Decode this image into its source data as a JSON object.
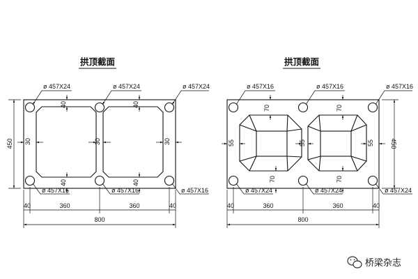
{
  "left": {
    "title": "拱顶截面",
    "top_pipe_labels": [
      "ø 457X24",
      "ø 457X24",
      "ø 457X24"
    ],
    "bottom_pipe_labels": [
      "ø 457X16",
      "ø 457X16",
      "ø 457X16"
    ],
    "height": "450",
    "wall_top": [
      "40",
      "40"
    ],
    "wall_bottom": [
      "40",
      "40"
    ],
    "wall_side": [
      "30",
      "30",
      "30",
      "30"
    ],
    "dims": [
      "40",
      "360",
      "360",
      "40"
    ],
    "total": "800"
  },
  "right": {
    "title": "拱顶截面",
    "top_pipe_labels": [
      "ø 457X16",
      "ø 457X16",
      "ø 457X16"
    ],
    "bottom_pipe_labels": [
      "ø 457X24",
      "ø 457X24",
      "ø 457X24"
    ],
    "height": "450",
    "wall_top": [
      "70",
      "70"
    ],
    "wall_bottom": [
      "70",
      "70"
    ],
    "wall_side": [
      "55",
      "55",
      "55",
      "55"
    ],
    "dims": [
      "40",
      "360",
      "360",
      "40"
    ],
    "total": "800"
  },
  "watermark": {
    "icon": "wechat-icon",
    "text": "桥梁杂志"
  }
}
